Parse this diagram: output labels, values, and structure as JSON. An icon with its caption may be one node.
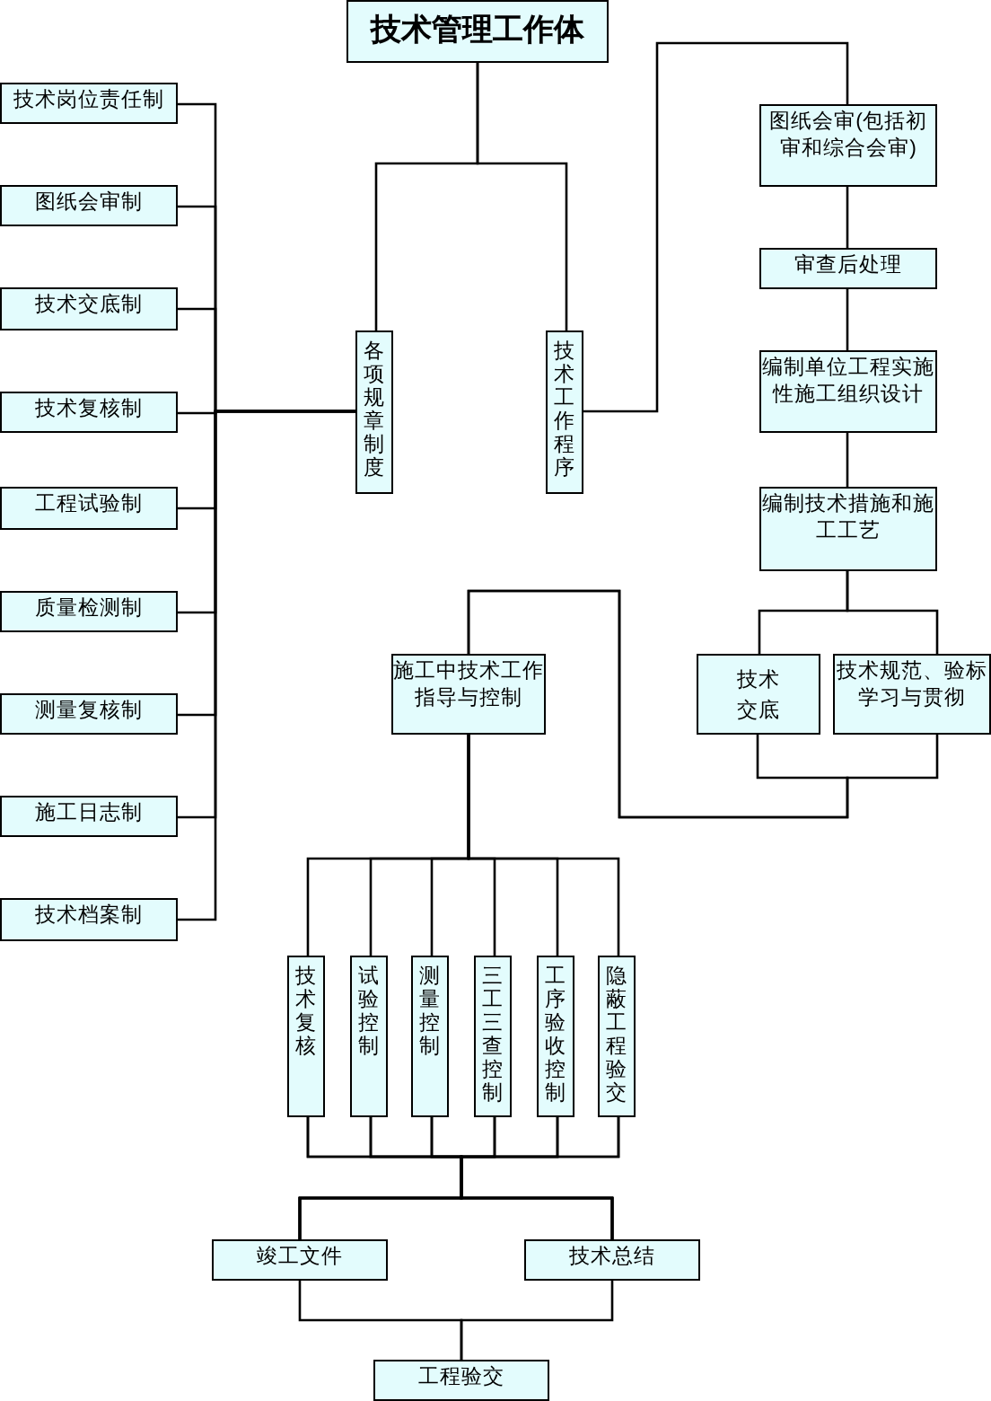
{
  "diagram": {
    "nodes": [
      {
        "text": [
          "技术管理工作体"
        ]
      },
      {
        "text": [
          "技术岗位责任制"
        ]
      },
      {
        "text": [
          "图纸会审制"
        ]
      },
      {
        "text": [
          "技术交底制"
        ]
      },
      {
        "text": [
          "技术复核制"
        ]
      },
      {
        "text": [
          "工程试验制"
        ]
      },
      {
        "text": [
          "质量检测制"
        ]
      },
      {
        "text": [
          "测量复核制"
        ]
      },
      {
        "text": [
          "施工日志制"
        ]
      },
      {
        "text": [
          "技术档案制"
        ]
      },
      {
        "text": [
          "各项规章制度"
        ]
      },
      {
        "text": [
          "技术工作程序"
        ]
      },
      {
        "text": [
          "图纸会审(包括初审和综合会审)"
        ]
      },
      {
        "text": [
          "审查后处理"
        ]
      },
      {
        "text": [
          "编制单位工程实施性施工组织设计"
        ]
      },
      {
        "text": [
          "编制技术措施和施工工艺"
        ]
      },
      {
        "text": [
          "技术交底"
        ]
      },
      {
        "text": [
          "技术规范、验标学习与贯彻"
        ]
      },
      {
        "text": [
          "施工中技术工作指导与控制"
        ]
      },
      {
        "text": [
          "技术复核"
        ]
      },
      {
        "text": [
          "试验控制"
        ]
      },
      {
        "text": [
          "测量控制"
        ]
      },
      {
        "text": [
          "三工三查控制"
        ]
      },
      {
        "text": [
          "工序验收控制"
        ]
      },
      {
        "text": [
          "隐蔽工程验交"
        ]
      },
      {
        "text": [
          "竣工文件"
        ]
      },
      {
        "text": [
          "技术总结"
        ]
      },
      {
        "text": [
          "工程验交"
        ]
      }
    ],
    "edges": [
      {
        "from": 0,
        "to": 10,
        "arrow": "none"
      },
      {
        "from": 0,
        "to": 11,
        "arrow": "none"
      },
      {
        "from": 10,
        "to": 1,
        "arrow": "none"
      },
      {
        "from": 10,
        "to": 2,
        "arrow": "none"
      },
      {
        "from": 10,
        "to": 3,
        "arrow": "none"
      },
      {
        "from": 10,
        "to": 4,
        "arrow": "none"
      },
      {
        "from": 10,
        "to": 5,
        "arrow": "none"
      },
      {
        "from": 10,
        "to": 6,
        "arrow": "none"
      },
      {
        "from": 10,
        "to": 7,
        "arrow": "none"
      },
      {
        "from": 10,
        "to": 8,
        "arrow": "none"
      },
      {
        "from": 10,
        "to": 9,
        "arrow": "none"
      },
      {
        "from": 11,
        "to": 12,
        "arrow": "none"
      },
      {
        "from": 12,
        "to": 13,
        "arrow": "none"
      },
      {
        "from": 13,
        "to": 14,
        "arrow": "none"
      },
      {
        "from": 14,
        "to": 15,
        "arrow": "none"
      },
      {
        "from": 15,
        "to": 16,
        "arrow": "none"
      },
      {
        "from": 15,
        "to": 17,
        "arrow": "none"
      },
      {
        "from": 16,
        "to": 18,
        "arrow": "none"
      },
      {
        "from": 17,
        "to": 18,
        "arrow": "none"
      },
      {
        "from": 18,
        "to": 19,
        "arrow": "none"
      },
      {
        "from": 18,
        "to": 20,
        "arrow": "none"
      },
      {
        "from": 18,
        "to": 21,
        "arrow": "none"
      },
      {
        "from": 18,
        "to": 22,
        "arrow": "none"
      },
      {
        "from": 18,
        "to": 23,
        "arrow": "none"
      },
      {
        "from": 18,
        "to": 24,
        "arrow": "none"
      },
      {
        "from": 19,
        "to": 25,
        "arrow": "none"
      },
      {
        "from": 20,
        "to": 25,
        "arrow": "none"
      },
      {
        "from": 21,
        "to": 25,
        "arrow": "none"
      },
      {
        "from": 22,
        "to": 25,
        "arrow": "none"
      },
      {
        "from": 23,
        "to": 25,
        "arrow": "none"
      },
      {
        "from": 24,
        "to": 25,
        "arrow": "none"
      },
      {
        "from": 19,
        "to": 26,
        "arrow": "none"
      },
      {
        "from": 20,
        "to": 26,
        "arrow": "none"
      },
      {
        "from": 21,
        "to": 26,
        "arrow": "none"
      },
      {
        "from": 22,
        "to": 26,
        "arrow": "none"
      },
      {
        "from": 23,
        "to": 26,
        "arrow": "none"
      },
      {
        "from": 24,
        "to": 26,
        "arrow": "none"
      },
      {
        "from": 25,
        "to": 27,
        "arrow": "none"
      },
      {
        "from": 26,
        "to": 27,
        "arrow": "none"
      }
    ]
  }
}
